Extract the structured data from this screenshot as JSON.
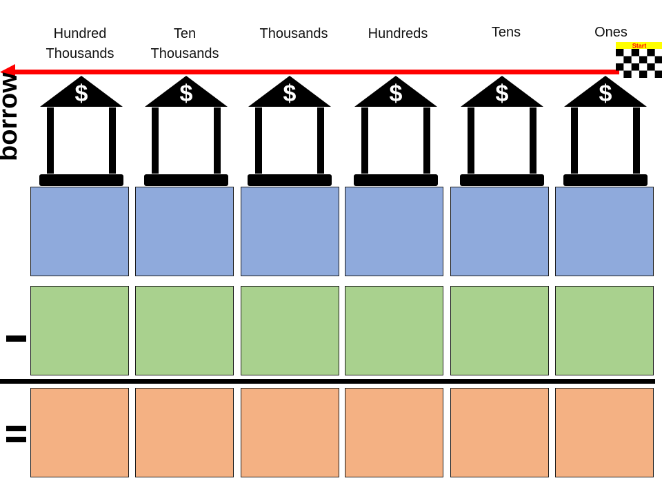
{
  "place_values": {
    "headers": [
      "Hundred\nThousands",
      "Ten\nThousands",
      "Thousands",
      "Hundreds",
      "Tens",
      "Ones"
    ]
  },
  "side_labels": {
    "borrow": "borrow"
  },
  "start_flag": {
    "label": "Start",
    "color": "#ffff00"
  },
  "bank_icon": {
    "symbol": "$",
    "icon": "bank-icon"
  },
  "colors": {
    "arrow": "#ff0000",
    "top_row": "#8faadc",
    "middle_row": "#a9d18e",
    "result_row": "#f4b183"
  }
}
